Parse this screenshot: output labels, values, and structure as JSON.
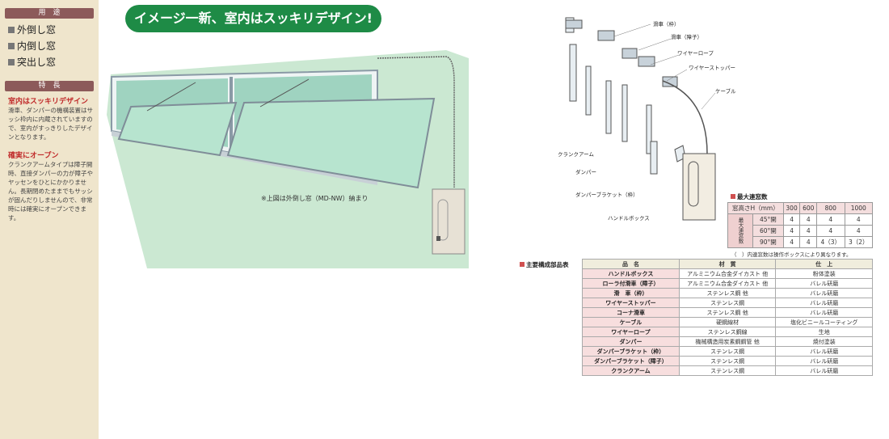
{
  "sidebar": {
    "use_heading": "用　途",
    "uses": [
      "外倒し窓",
      "内倒し窓",
      "突出し窓"
    ],
    "feature_heading": "特　長",
    "features": [
      {
        "title": "室内はスッキリデザイン",
        "body": "滑車、ダンパーの機構装置はサッシ枠内に内蔵されていますので、室内がすっきりしたデザインとなります。"
      },
      {
        "title": "確実にオープン",
        "body": "クランクアームタイプは障子開時、直接ダンパーの力が障子やヤッセンをひとにかかりません。長期閉めたままでもサッシが固んだりしませんので、非常時には確実にオープンできます。"
      }
    ]
  },
  "banner": "イメージ一新、室内はスッキリデザイン!",
  "illustration_caption": "※上図は外倒し窓（MD-NW）納まり",
  "parts_labels": {
    "pulley_frame": "滑車（枠）",
    "pulley_sash": "滑車（障子）",
    "wire_rope": "ワイヤーロープ",
    "wire_stopper": "ワイヤーストッパー",
    "cable": "ケーブル",
    "crank_arm": "クランクアーム",
    "damper": "ダンパー",
    "damper_bracket": "ダンパーブラケット（枠）",
    "handle_box": "ハンドルボックス"
  },
  "max_windows": {
    "title": "最大連窓数",
    "header_label": "窓高さH（mm）",
    "heights": [
      "300",
      "600",
      "800",
      "1000"
    ],
    "side_label": "最大連窓数",
    "rows": [
      {
        "angle": "45°開",
        "values": [
          "4",
          "4",
          "4",
          "4"
        ]
      },
      {
        "angle": "60°開",
        "values": [
          "4",
          "4",
          "4",
          "4"
        ]
      },
      {
        "angle": "90°開",
        "values": [
          "4",
          "4",
          "4（3）",
          "3（2）"
        ]
      }
    ],
    "note": "（　）内連窓数は操作ボックスにより異なります。"
  },
  "components": {
    "title": "主要構成部品表",
    "headers": [
      "品　名",
      "材　質",
      "仕　上"
    ],
    "rows": [
      [
        "ハンドルボックス",
        "アルミニウム合金ダイカスト 他",
        "粉体塗装"
      ],
      [
        "ローラ付滑車（障子）",
        "アルミニウム合金ダイカスト 他",
        "バレル研磨"
      ],
      [
        "滑　車（枠）",
        "ステンレス鋼 他",
        "バレル研磨"
      ],
      [
        "ワイヤーストッパー",
        "ステンレス鋼",
        "バレル研磨"
      ],
      [
        "コーナ滑車",
        "ステンレス鋼 他",
        "バレル研磨"
      ],
      [
        "ケーブル",
        "硬鋼線材",
        "塩化ビニールコーティング"
      ],
      [
        "ワイヤーロープ",
        "ステンレス鋼線",
        "生地"
      ],
      [
        "ダンパー",
        "機械構造用炭素鋼鋼管 他",
        "焼付塗装"
      ],
      [
        "ダンパーブラケット（枠）",
        "ステンレス鋼",
        "バレル研磨"
      ],
      [
        "ダンパーブラケット（障子）",
        "ステンレス鋼",
        "バレル研磨"
      ],
      [
        "クランクアーム",
        "ステンレス鋼",
        "バレル研磨"
      ]
    ]
  }
}
